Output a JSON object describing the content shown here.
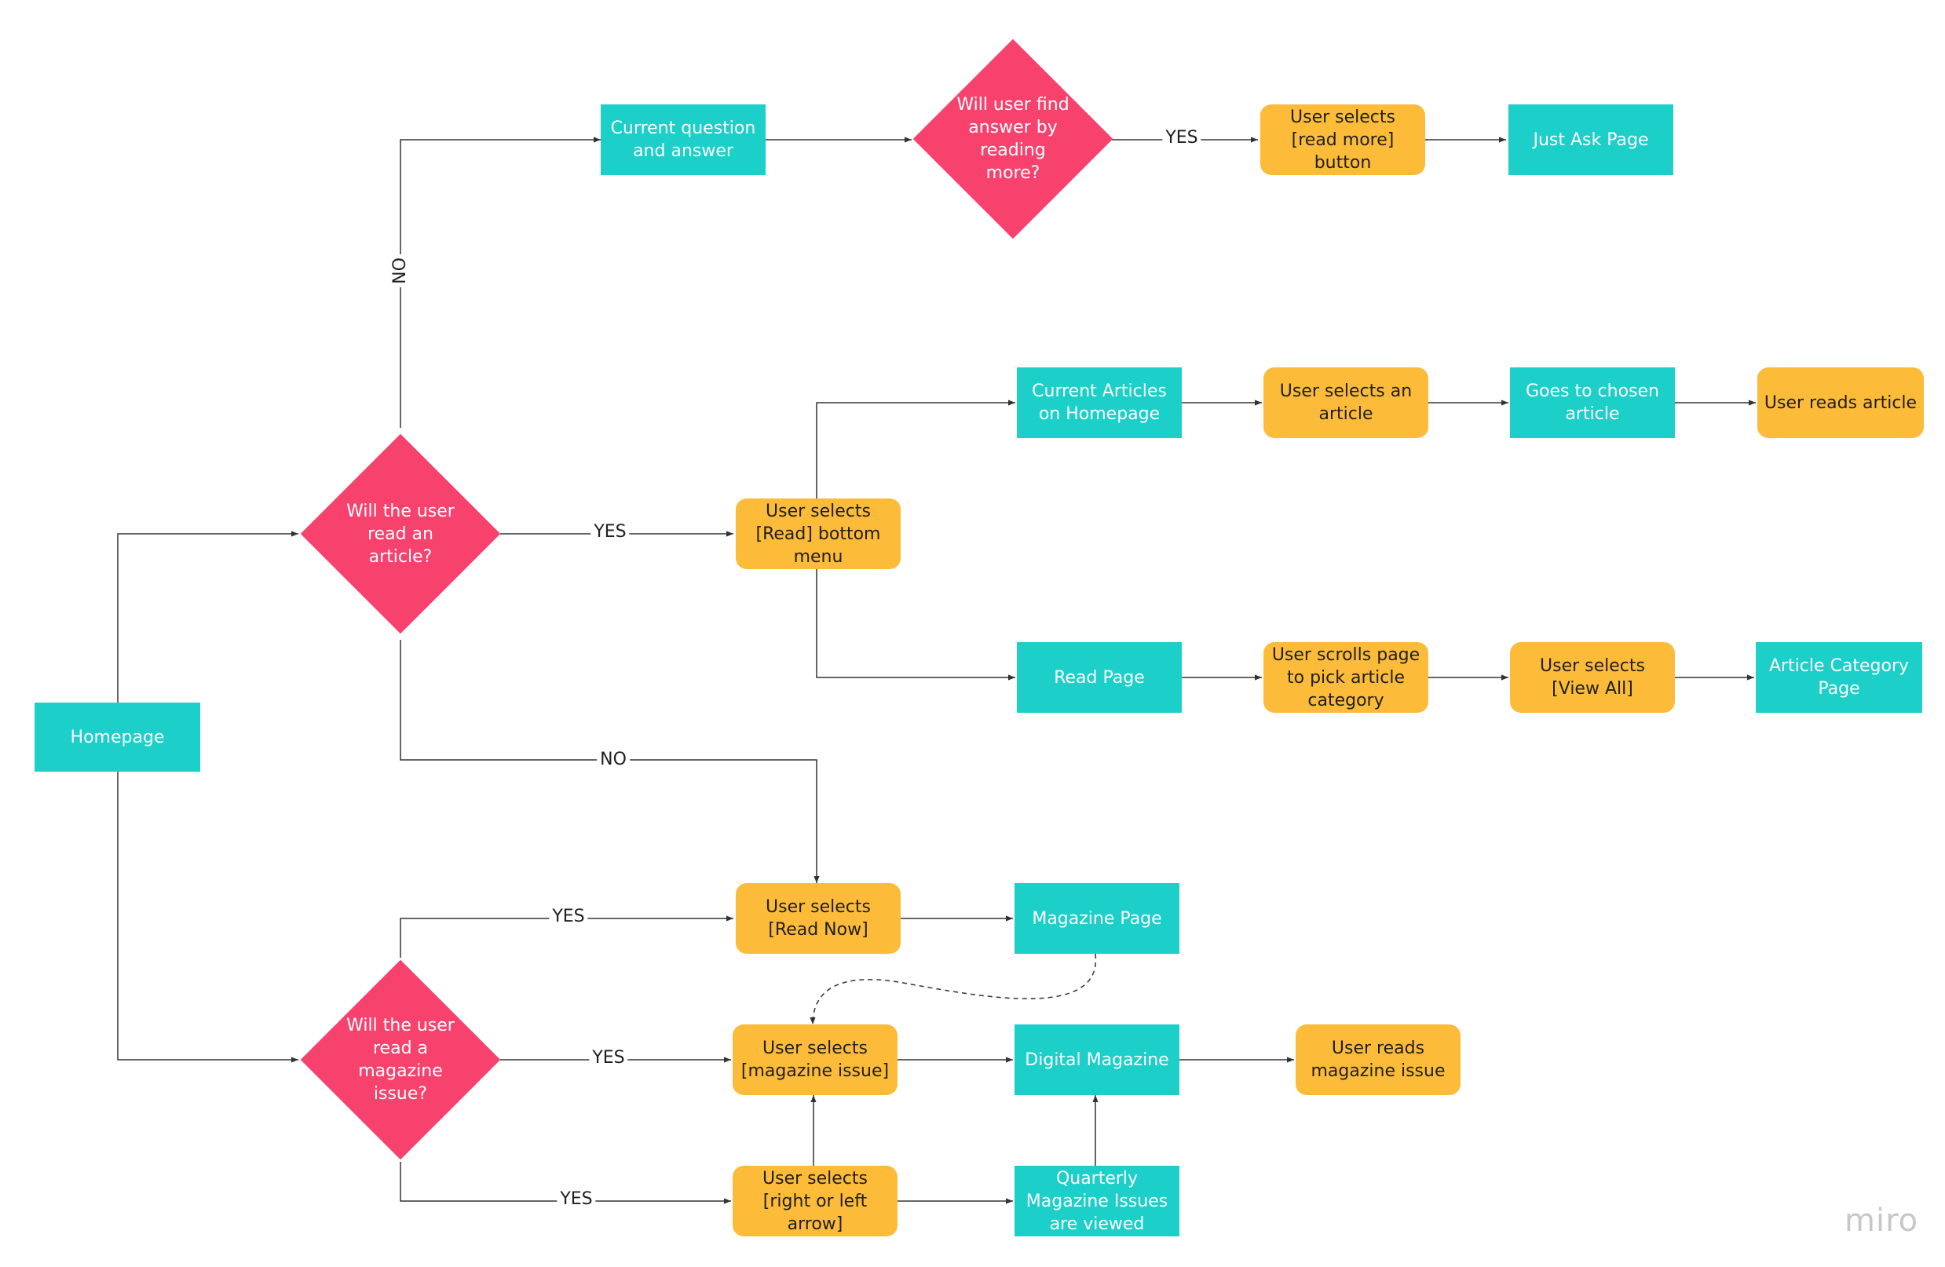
{
  "colors": {
    "page": "#1ccfc9",
    "action": "#fdbb3a",
    "decision": "#f7426d",
    "line": "#333333"
  },
  "nodes": {
    "homepage": "Homepage",
    "decision_article": "Will the user read an article?",
    "current_qa": "Current question and answer",
    "decision_answer": "Will user find answer by reading more?",
    "select_read_more": "User selects [read more] button",
    "just_ask_page": "Just Ask Page",
    "select_read_menu": "User selects [Read] bottom menu",
    "current_articles": "Current Articles on Homepage",
    "select_article": "User selects an article",
    "goes_to_article": "Goes to chosen article",
    "reads_article": "User reads article",
    "read_page": "Read Page",
    "scroll_category": "User scrolls page to pick article category",
    "select_view_all": "User selects [View All]",
    "article_category_page": "Article Category Page",
    "select_read_now": "User selects [Read Now]",
    "magazine_page": "Magazine Page",
    "decision_magazine": "Will the user read a magazine issue?",
    "select_issue": "User selects [magazine issue]",
    "digital_magazine": "Digital Magazine",
    "reads_magazine": "User reads magazine issue",
    "select_arrow": "User selects [right or left arrow]",
    "quarterly_issues": "Quarterly Magazine Issues are viewed"
  },
  "edge_labels": {
    "no_top": "NO",
    "yes_answer": "YES",
    "yes_article": "YES",
    "no_article": "NO",
    "yes_read_now": "YES",
    "yes_issue": "YES",
    "yes_arrow": "YES"
  },
  "watermark": "miro"
}
